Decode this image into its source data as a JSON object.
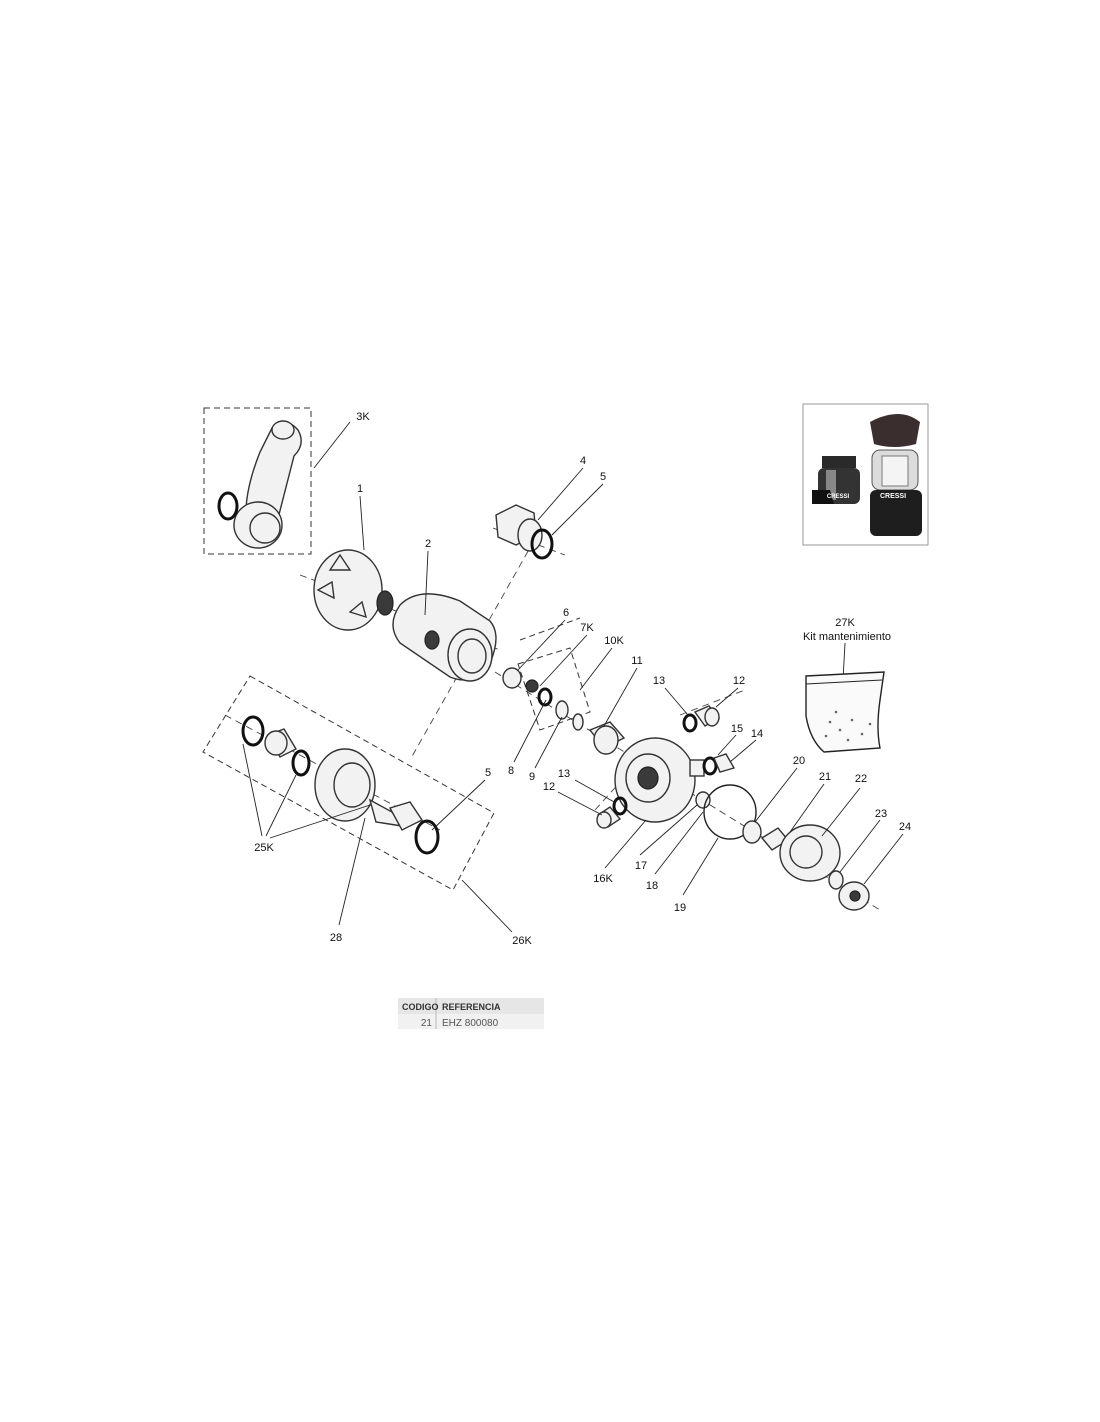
{
  "callouts": {
    "c3k": "3K",
    "c1": "1",
    "c2": "2",
    "c4": "4",
    "c5a": "5",
    "c6": "6",
    "c7k": "7K",
    "c10k": "10K",
    "c11": "11",
    "c13a": "13",
    "c12a": "12",
    "c15": "15",
    "c14": "14",
    "c8": "8",
    "c9": "9",
    "c5b": "5",
    "c13b": "13",
    "c12b": "12",
    "c25k": "25K",
    "c28": "28",
    "c26k": "26K",
    "c16k": "16K",
    "c17": "17",
    "c18": "18",
    "c19": "19",
    "c20": "20",
    "c21": "21",
    "c22": "22",
    "c23": "23",
    "c24": "24"
  },
  "kit": {
    "code": "27K",
    "name": "Kit mantenimiento"
  },
  "product_brand": "CRESSI",
  "table": {
    "headers": [
      "CODIGO",
      "REFERENCIA"
    ],
    "rows": [
      {
        "codigo": "21",
        "referencia": "EHZ 800080"
      }
    ]
  }
}
